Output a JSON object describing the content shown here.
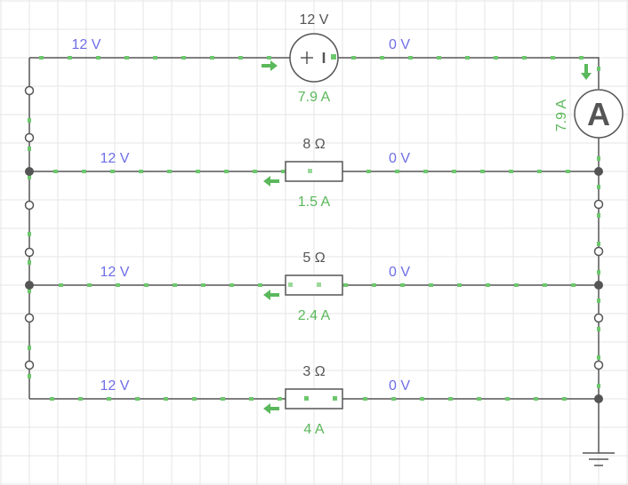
{
  "source": {
    "voltage_label": "12 V",
    "current_label": "7.9 A",
    "left_node_label": "12 V",
    "right_node_label": "0 V"
  },
  "ammeter": {
    "symbol": "A",
    "current_label": "7.9 A"
  },
  "branches": [
    {
      "resistance_label": "8 Ω",
      "current_label": "1.5 A",
      "left_voltage_label": "12 V",
      "right_voltage_label": "0 V"
    },
    {
      "resistance_label": "5 Ω",
      "current_label": "2.4 A",
      "left_voltage_label": "12 V",
      "right_voltage_label": "0 V"
    },
    {
      "resistance_label": "3 Ω",
      "current_label": "4 A",
      "left_voltage_label": "12 V",
      "right_voltage_label": "0 V"
    }
  ],
  "colors": {
    "voltage_text": "#6e6ee8",
    "current_text": "#5bb85b",
    "wire": "#555555",
    "current_flow": "#6cc86c",
    "grid": "#e6e6e6"
  }
}
